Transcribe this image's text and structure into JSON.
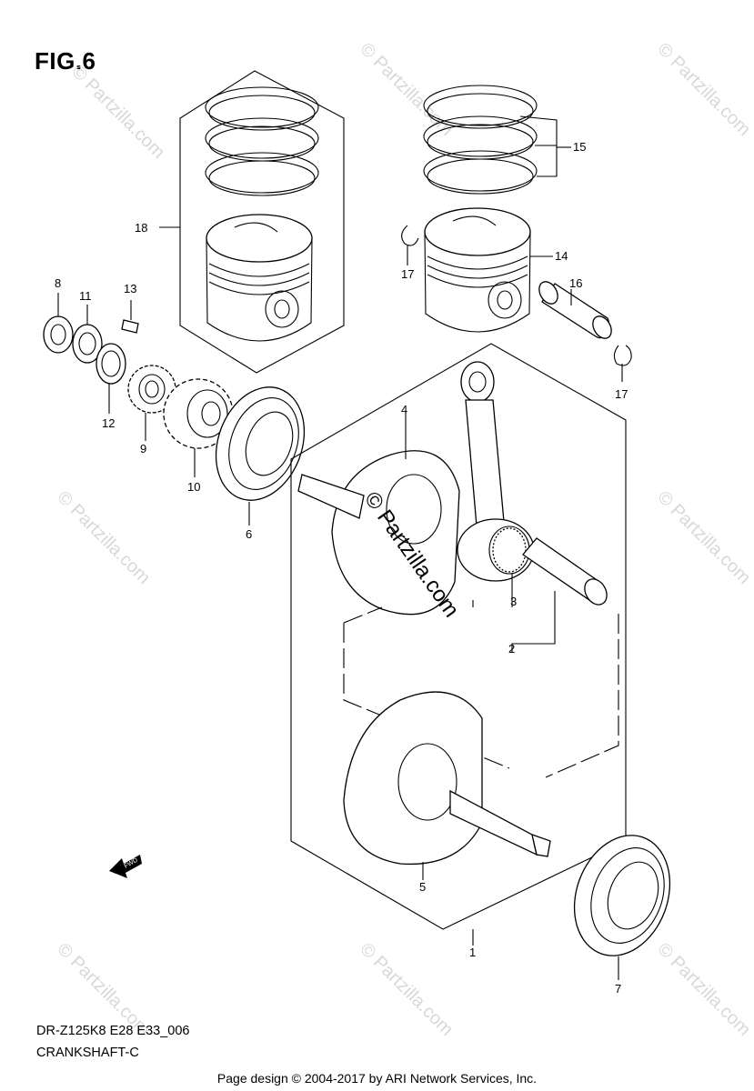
{
  "figure": {
    "title": "FIG.6",
    "model_code": "DR-Z125K8 E28 E33_006",
    "section_name": "CRANKSHAFT-C",
    "footer": "Page design © 2004-2017 by ARI Network Services, Inc."
  },
  "watermark": {
    "main_text": "© Partzilla.com",
    "repeat_text": "© Partzilla.com"
  },
  "fwd_marker": {
    "label": "FWD",
    "icon": "fwd-arrow-icon"
  },
  "callouts": [
    {
      "id": "c1",
      "label": "1"
    },
    {
      "id": "c2",
      "label": "2"
    },
    {
      "id": "c3",
      "label": "3"
    },
    {
      "id": "c4",
      "label": "4"
    },
    {
      "id": "c5",
      "label": "5"
    },
    {
      "id": "c6",
      "label": "6"
    },
    {
      "id": "c7",
      "label": "7"
    },
    {
      "id": "c8",
      "label": "8"
    },
    {
      "id": "c9",
      "label": "9"
    },
    {
      "id": "c10",
      "label": "10"
    },
    {
      "id": "c11",
      "label": "11"
    },
    {
      "id": "c12",
      "label": "12"
    },
    {
      "id": "c13",
      "label": "13"
    },
    {
      "id": "c14",
      "label": "14"
    },
    {
      "id": "c15",
      "label": "15"
    },
    {
      "id": "c16",
      "label": "16"
    },
    {
      "id": "c17a",
      "label": "17"
    },
    {
      "id": "c17b",
      "label": "17"
    },
    {
      "id": "c18",
      "label": "18"
    }
  ]
}
